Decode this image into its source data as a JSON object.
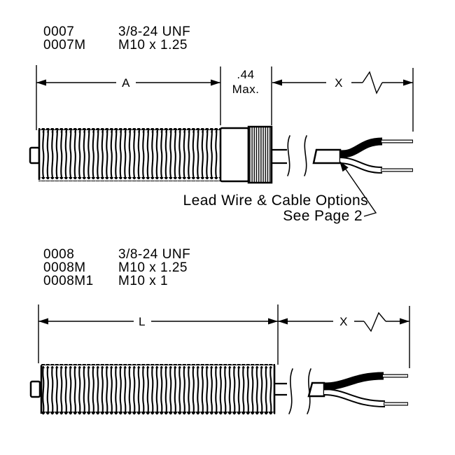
{
  "colors": {
    "ink": "#000000",
    "paper": "#ffffff",
    "wire_black": "#000000",
    "wire_white": "#ffffff"
  },
  "top_figure": {
    "models": [
      {
        "model": "0007",
        "thread": "3/8-24 UNF"
      },
      {
        "model": "0007M",
        "thread": "M10 x 1.25"
      }
    ],
    "dim_length": "A",
    "dim_head": ".44",
    "dim_head_qual": "Max.",
    "dim_lead": "X",
    "callout_line1": "Lead Wire & Cable Options",
    "callout_line2": "See Page 2"
  },
  "bottom_figure": {
    "models": [
      {
        "model": "0008",
        "thread": "3/8-24 UNF"
      },
      {
        "model": "0008M",
        "thread": "M10 x 1.25"
      },
      {
        "model": "0008M1",
        "thread": "M10 x 1"
      }
    ],
    "dim_length": "L",
    "dim_lead": "X"
  }
}
